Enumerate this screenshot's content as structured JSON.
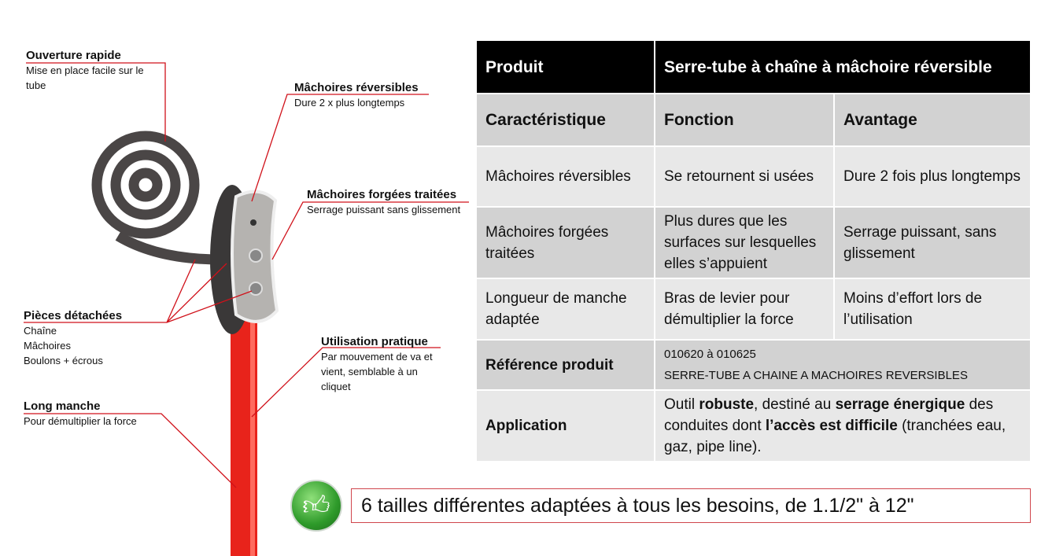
{
  "callouts": [
    {
      "title": "Ouverture rapide",
      "desc": [
        "Mise en place facile sur le",
        "tube"
      ]
    },
    {
      "title": "Mâchoires réversibles",
      "desc": [
        "Dure 2 x plus longtemps"
      ]
    },
    {
      "title": "Mâchoires forgées traitées",
      "desc": [
        "Serrage puissant sans glissement"
      ]
    },
    {
      "title": "Pièces détachées",
      "desc": [
        "Chaîne",
        "Mâchoires",
        "Boulons + écrous"
      ]
    },
    {
      "title": "Utilisation pratique",
      "desc": [
        "Par mouvement de va et",
        "vient, semblable à un",
        "cliquet"
      ]
    },
    {
      "title": "Long manche",
      "desc": [
        "Pour démultiplier la force"
      ]
    }
  ],
  "table": {
    "header": [
      "Produit",
      "Serre-tube à chaîne à mâchoire réversible"
    ],
    "columns": [
      "Caractéristique",
      "Fonction",
      "Avantage"
    ],
    "rows": [
      [
        "Mâchoires réversibles",
        "Se retournent si usées",
        "Dure 2 fois plus longtemps"
      ],
      [
        "Mâchoires forgées traitées",
        "Plus dures que les surfaces sur lesquelles elles s’appuient",
        "Serrage puissant, sans glissement"
      ],
      [
        "Longueur de manche adaptée",
        "Bras de levier pour démultiplier la force",
        "Moins d’effort lors de l’utilisation"
      ]
    ],
    "reference": {
      "label": "Référence produit",
      "codes": "010620 à 010625",
      "name": "SERRE-TUBE A CHAINE A MACHOIRES REVERSIBLES"
    },
    "application": {
      "label": "Application",
      "parts": [
        "Outil ",
        "robuste",
        ", destiné au ",
        "serrage énergique",
        " des conduites dont ",
        "l’accès est difficile",
        " (tranchées eau, gaz, pipe line)."
      ]
    }
  },
  "note": {
    "icon": "thumbs-up-icon",
    "text": "6 tailles différentes adaptées à tous les besoins, de 1.1/2\" à 12\""
  },
  "colors": {
    "accent": "#d0111a",
    "handle": "#e8231b"
  }
}
